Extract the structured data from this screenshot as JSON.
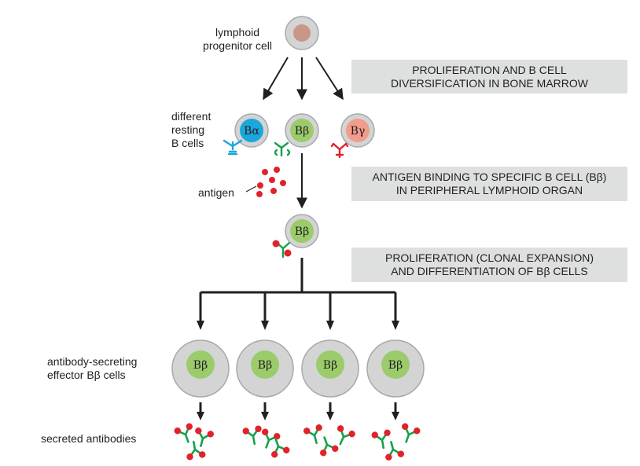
{
  "labels": {
    "progenitor_line1": "lymphoid",
    "progenitor_line2": "progenitor cell",
    "resting_line1": "different",
    "resting_line2": "resting",
    "resting_line3": "B cells",
    "antigen": "antigen",
    "effector_line1": "antibody-secreting",
    "effector_line2": "effector Bβ cells",
    "secreted": "secreted antibodies"
  },
  "steps": [
    {
      "line1": "PROLIFERATION AND B CELL",
      "line2": "DIVERSIFICATION IN BONE MARROW"
    },
    {
      "line1": "ANTIGEN BINDING TO SPECIFIC B CELL (Bβ)",
      "line2": "IN PERIPHERAL LYMPHOID ORGAN"
    },
    {
      "line1": "PROLIFERATION (CLONAL EXPANSION)",
      "line2": "AND DIFFERENTIATION OF Bβ CELLS"
    }
  ],
  "cells": {
    "alpha": "Bα",
    "beta": "Bβ",
    "gamma": "Bγ",
    "selected": "Bβ",
    "effectors": [
      "Bβ",
      "Bβ",
      "Bβ",
      "Bβ"
    ]
  },
  "colors": {
    "membrane": "#d3d4d3",
    "membrane_stroke": "#a7a9ac",
    "progenitor_nucleus": "#c9968a",
    "alpha_nucleus": "#1ba7dc",
    "beta_nucleus": "#9ccb6c",
    "gamma_nucleus": "#f19c8d",
    "receptor_alpha": "#1ba7dc",
    "receptor_beta": "#18a04b",
    "receptor_gamma": "#e1222b",
    "antigen": "#e1222b",
    "step_box": "#dde0df",
    "line": "#231f20"
  }
}
